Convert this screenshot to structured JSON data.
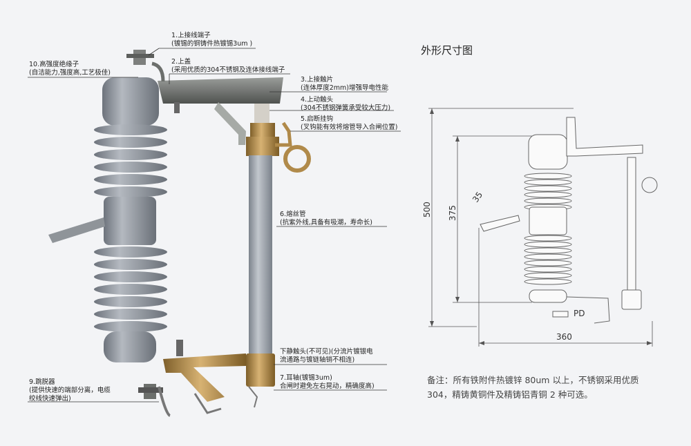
{
  "product_labels": [
    {
      "id": "1",
      "line1": "1.上接线端子",
      "line2": "(镀锡的铜铸件热镀锡3um )"
    },
    {
      "id": "2",
      "line1": "2.上盖",
      "line2": "(采用优质的304不锈钢及连体接线端子"
    },
    {
      "id": "3",
      "line1": "3.上接触片",
      "line2": "(连体厚度2mm)增强导电性能"
    },
    {
      "id": "4",
      "line1": "4.上动触头",
      "line2": "(304不锈钢弹簧承受较大压力)"
    },
    {
      "id": "5",
      "line1": "5.启断挂钩",
      "line2": "(叉钩能有效将熔管导入合闸位置)"
    },
    {
      "id": "6",
      "line1": "6.熔丝管",
      "line2": "(抗紫外线,具备有吸潮，寿命长)"
    },
    {
      "id": "7",
      "line1": "7.耳轴(镀锡3um)",
      "line2": "合闸时避免左右晃动，精确度高)"
    },
    {
      "id": "8",
      "line1": "下静触头(不可见)(分流片镀银电",
      "line2": "流通路与镀链轴销不相连)"
    },
    {
      "id": "9",
      "line1": "9.跳脱器",
      "line2": "(提供快速的端部分离，电缆",
      "line3": "绞线快速弹出)"
    },
    {
      "id": "10",
      "line1": "10.高强度绝缘子",
      "line2": "(自洁能力,强度高,工艺极佳)"
    }
  ],
  "drawing": {
    "title": "外形尺寸图",
    "dim_500": "500",
    "dim_375": "375",
    "dim_35": "35",
    "dim_360": "360",
    "pd": "PD"
  },
  "note": {
    "line1": "备注：所有铁附件热镀锌 80um 以上，不锈钢采用优质",
    "line2": "304，精铸黄铜件及精铸铝青铜 2 种可选。"
  },
  "colors": {
    "background": "#f3f4f6",
    "porcelain": "#8d939c",
    "brass": "#b08a4a",
    "tube": "#9aa1aa"
  }
}
